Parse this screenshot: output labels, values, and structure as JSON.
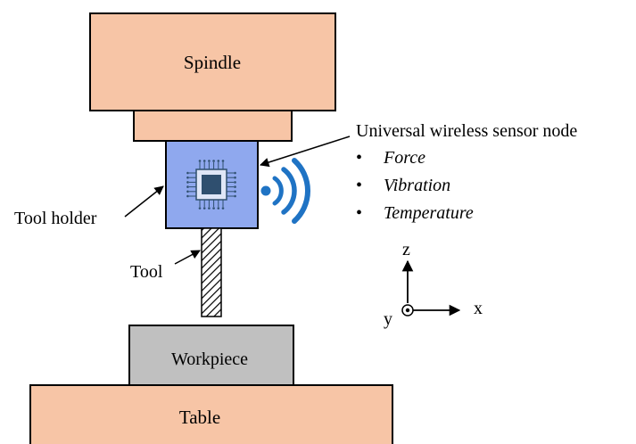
{
  "labels": {
    "spindle": "Spindle",
    "sensor_node": "Universal wireless sensor node",
    "tool_holder": "Tool holder",
    "tool": "Tool",
    "workpiece": "Workpiece",
    "table": "Table"
  },
  "sensor_items": [
    {
      "bullet": "•",
      "text": "Force"
    },
    {
      "bullet": "•",
      "text": "Vibration"
    },
    {
      "bullet": "•",
      "text": "Temperature"
    }
  ],
  "axes": {
    "z": "z",
    "x": "x",
    "y": "y"
  },
  "colors": {
    "spindle_fill": "#f7c5a6",
    "tool_holder_fill": "#8fa8ee",
    "workpiece_fill": "#c0c0c0",
    "wireless_blue": "#1f73c4",
    "chip_dark": "#2f4f6f",
    "outline": "#000000"
  },
  "icons": [
    "microchip-icon",
    "wireless-signal-icon"
  ]
}
